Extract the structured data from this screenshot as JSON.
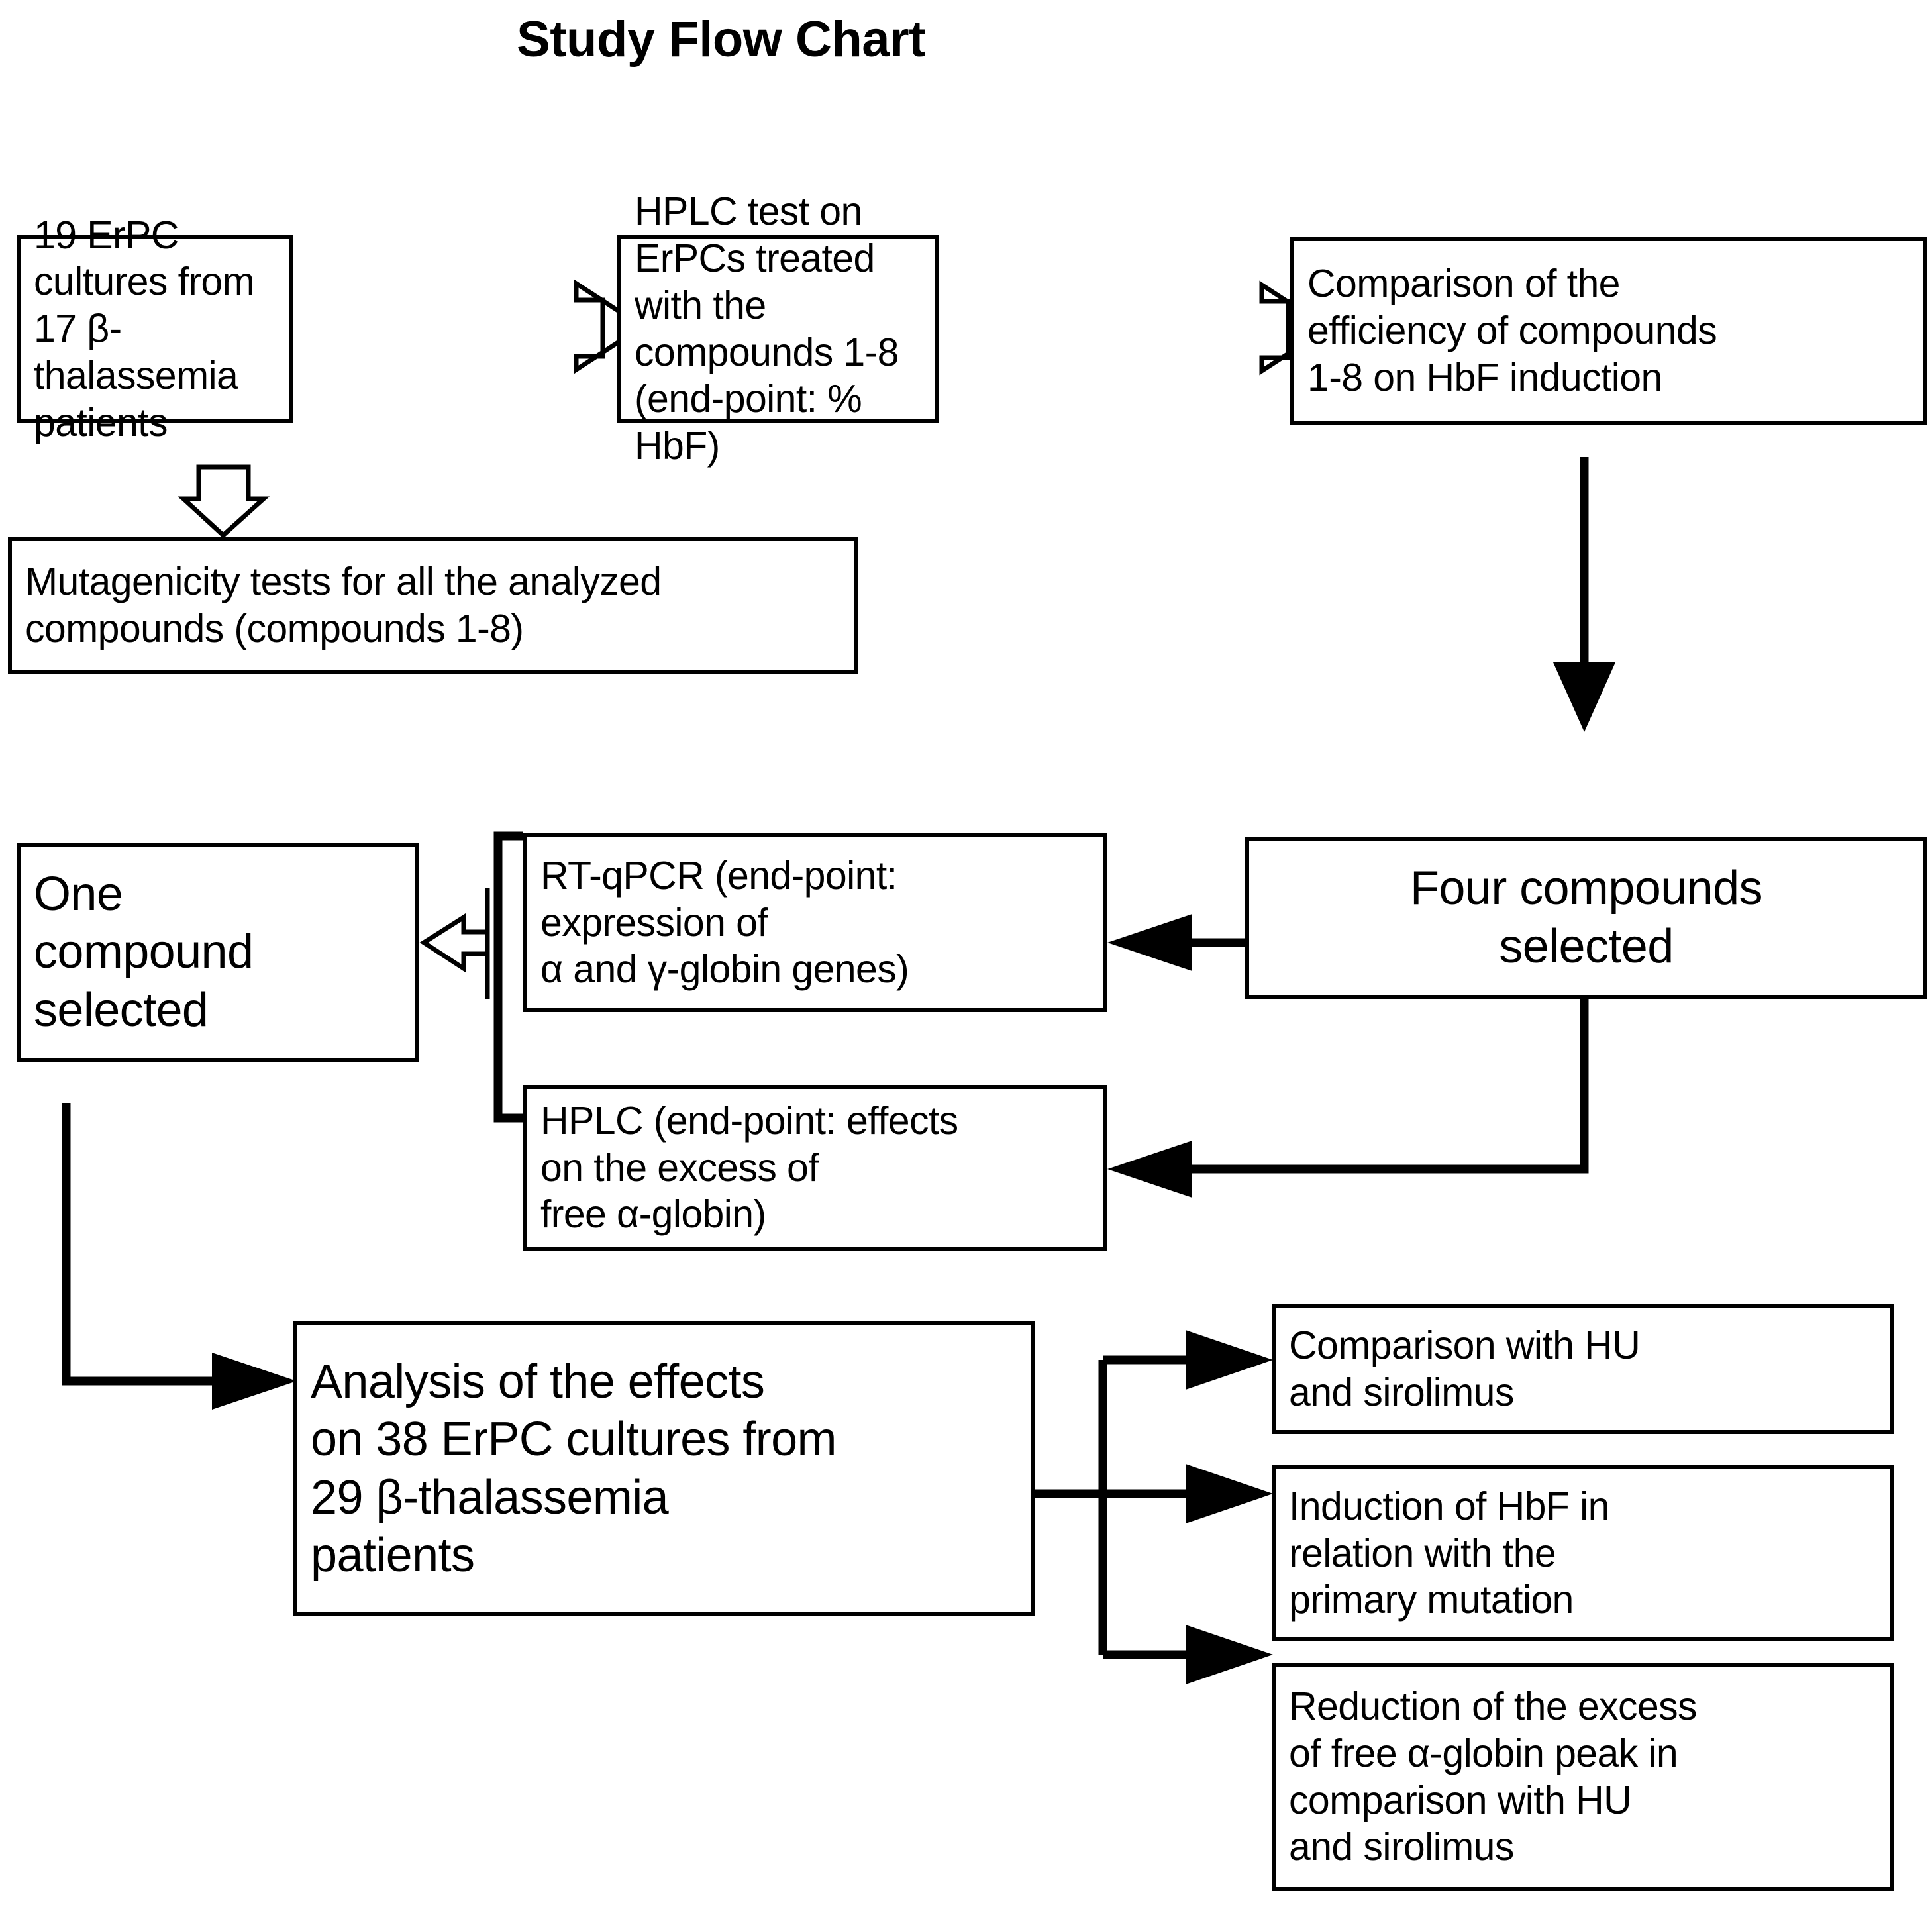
{
  "title": "Study Flow Chart",
  "nodes": {
    "erpc_cultures": "19 ErPC cultures from\n17 β-thalassemia\npatients",
    "hplc_test": "HPLC test on ErPCs treated\nwith the compounds 1-8\n(end-point: % HbF)",
    "comparison_efficiency": "Comparison of the\nefficiency of compounds\n1-8 on HbF induction",
    "mutagenicity": "Mutagenicity tests for all the analyzed\ncompounds (compounds 1-8)",
    "one_compound": "One\ncompound\nselected",
    "rt_qpcr": "RT-qPCR (end-point:\nexpression of\nα and γ-globin genes)",
    "hplc_excess": "HPLC (end-point: effects\non the excess of\nfree α-globin)",
    "four_compounds": "Four compounds\nselected",
    "analysis_effects": "Analysis of the effects\non 38 ErPC cultures from\n29 β-thalassemia\npatients",
    "comparison_hu": "Comparison with HU\nand sirolimus",
    "induction_hbf": "Induction of HbF in\nrelation with the\nprimary mutation",
    "reduction_excess": "Reduction of the excess\nof free α-globin peak in\ncomparison with HU\nand sirolimus"
  },
  "chart_data": {
    "type": "diagram",
    "title": "Study Flow Chart",
    "nodes": [
      {
        "id": "erpc_cultures",
        "label": "19 ErPC cultures from 17 β-thalassemia patients"
      },
      {
        "id": "hplc_test",
        "label": "HPLC test on ErPCs treated with the compounds 1-8 (end-point: % HbF)"
      },
      {
        "id": "comparison_efficiency",
        "label": "Comparison of the efficiency of compounds 1-8 on HbF induction"
      },
      {
        "id": "mutagenicity",
        "label": "Mutagenicity tests for all the analyzed compounds (compounds 1-8)"
      },
      {
        "id": "four_compounds",
        "label": "Four compounds selected"
      },
      {
        "id": "rt_qpcr",
        "label": "RT-qPCR (end-point: expression of α and γ-globin genes)"
      },
      {
        "id": "hplc_excess",
        "label": "HPLC (end-point: effects on the excess of free α-globin)"
      },
      {
        "id": "one_compound",
        "label": "One compound selected"
      },
      {
        "id": "analysis_effects",
        "label": "Analysis of the effects on 38 ErPC cultures from 29 β-thalassemia patients"
      },
      {
        "id": "comparison_hu",
        "label": "Comparison with HU and sirolimus"
      },
      {
        "id": "induction_hbf",
        "label": "Induction of HbF in relation with the primary mutation"
      },
      {
        "id": "reduction_excess",
        "label": "Reduction of the excess of free α-globin peak in comparison with HU and sirolimus"
      }
    ],
    "edges": [
      {
        "from": "erpc_cultures",
        "to": "hplc_test",
        "style": "hollow-block-arrow-right"
      },
      {
        "from": "hplc_test",
        "to": "comparison_efficiency",
        "style": "hollow-block-arrow-right"
      },
      {
        "from": "erpc_cultures",
        "to": "mutagenicity",
        "style": "hollow-block-arrow-down"
      },
      {
        "from": "comparison_efficiency",
        "to": "four_compounds",
        "style": "solid-arrow-down"
      },
      {
        "from": "four_compounds",
        "to": "rt_qpcr",
        "style": "solid-arrow-left"
      },
      {
        "from": "four_compounds",
        "to": "hplc_excess",
        "style": "solid-arrow-left"
      },
      {
        "from": "rt_qpcr+hplc_excess",
        "to": "one_compound",
        "style": "bracket-hollow-block-arrow-left"
      },
      {
        "from": "one_compound",
        "to": "analysis_effects",
        "style": "solid-arrow-right"
      },
      {
        "from": "analysis_effects",
        "to": "comparison_hu",
        "style": "solid-arrow-right"
      },
      {
        "from": "analysis_effects",
        "to": "induction_hbf",
        "style": "solid-arrow-right"
      },
      {
        "from": "analysis_effects",
        "to": "reduction_excess",
        "style": "solid-arrow-right"
      }
    ],
    "colors": {
      "stroke": "#000000",
      "fill": "#ffffff",
      "text": "#000000"
    }
  }
}
